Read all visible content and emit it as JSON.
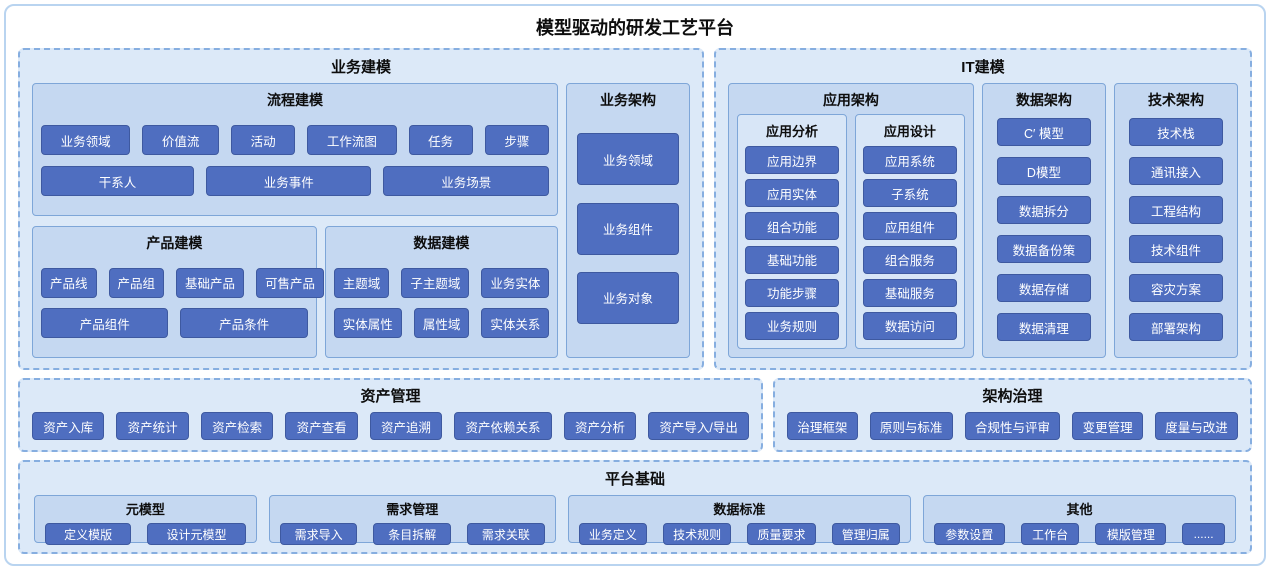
{
  "title": "模型驱动的研发工艺平台",
  "business_modeling": {
    "title": "业务建模",
    "process_modeling": {
      "title": "流程建模",
      "row1": [
        "业务领域",
        "价值流",
        "活动",
        "工作流图",
        "任务",
        "步骤"
      ],
      "row2": [
        "干系人",
        "业务事件",
        "业务场景"
      ]
    },
    "product_modeling": {
      "title": "产品建模",
      "row1": [
        "产品线",
        "产品组",
        "基础产品",
        "可售产品"
      ],
      "row2": [
        "产品组件",
        "产品条件"
      ]
    },
    "data_modeling": {
      "title": "数据建模",
      "row1": [
        "主题域",
        "子主题域",
        "业务实体"
      ],
      "row2": [
        "实体属性",
        "属性域",
        "实体关系"
      ]
    },
    "business_architecture": {
      "title": "业务架构",
      "items": [
        "业务领域",
        "业务组件",
        "业务对象"
      ]
    }
  },
  "it_modeling": {
    "title": "IT建模",
    "application_architecture": {
      "title": "应用架构",
      "analysis": {
        "title": "应用分析",
        "items": [
          "应用边界",
          "应用实体",
          "组合功能",
          "基础功能",
          "功能步骤",
          "业务规则"
        ]
      },
      "design": {
        "title": "应用设计",
        "items": [
          "应用系统",
          "子系统",
          "应用组件",
          "组合服务",
          "基础服务",
          "数据访问"
        ]
      }
    },
    "data_architecture": {
      "title": "数据架构",
      "items": [
        "C′ 模型",
        "D模型",
        "数据拆分",
        "数据备份策",
        "数据存储",
        "数据清理"
      ]
    },
    "technical_architecture": {
      "title": "技术架构",
      "items": [
        "技术栈",
        "通讯接入",
        "工程结构",
        "技术组件",
        "容灾方案",
        "部署架构"
      ]
    }
  },
  "asset_management": {
    "title": "资产管理",
    "items": [
      "资产入库",
      "资产统计",
      "资产检索",
      "资产查看",
      "资产追溯",
      "资产依赖关系",
      "资产分析",
      "资产导入/导出"
    ]
  },
  "architecture_governance": {
    "title": "架构治理",
    "items": [
      "治理框架",
      "原则与标准",
      "合规性与评审",
      "变更管理",
      "度量与改进"
    ]
  },
  "platform_foundation": {
    "title": "平台基础",
    "meta_model": {
      "title": "元模型",
      "items": [
        "定义模版",
        "设计元模型"
      ]
    },
    "requirements": {
      "title": "需求管理",
      "items": [
        "需求导入",
        "条目拆解",
        "需求关联"
      ]
    },
    "data_standards": {
      "title": "数据标准",
      "items": [
        "业务定义",
        "技术规则",
        "质量要求",
        "管理归属"
      ]
    },
    "others": {
      "title": "其他",
      "items": [
        "参数设置",
        "工作台",
        "模版管理",
        "......"
      ]
    }
  }
}
